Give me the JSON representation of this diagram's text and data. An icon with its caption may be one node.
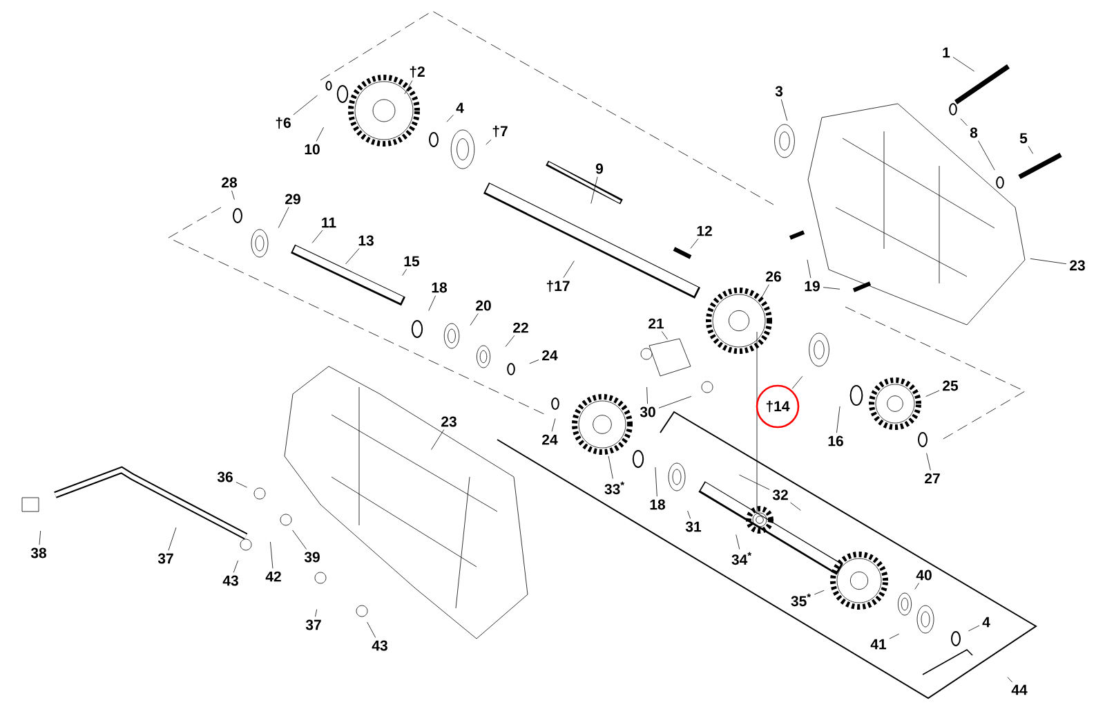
{
  "diagram": {
    "nodes": [
      {
        "text": [
          "1"
        ]
      },
      {
        "text": [
          "†2"
        ]
      },
      {
        "text": [
          "3"
        ]
      },
      {
        "text": [
          "4"
        ]
      },
      {
        "text": [
          "5"
        ]
      },
      {
        "text": [
          "†6"
        ]
      },
      {
        "text": [
          "†7"
        ]
      },
      {
        "text": [
          "8"
        ]
      },
      {
        "text": [
          "9"
        ]
      },
      {
        "text": [
          "10"
        ]
      },
      {
        "text": [
          "28"
        ]
      },
      {
        "text": [
          "29"
        ]
      },
      {
        "text": [
          "11"
        ]
      },
      {
        "text": [
          "13"
        ]
      },
      {
        "text": [
          "12"
        ]
      },
      {
        "text": [
          "15"
        ]
      },
      {
        "text": [
          "†17"
        ]
      },
      {
        "text": [
          "18"
        ]
      },
      {
        "text": [
          "26"
        ]
      },
      {
        "text": [
          "23"
        ]
      },
      {
        "text": [
          "19"
        ]
      },
      {
        "text": [
          "20"
        ]
      },
      {
        "text": [
          "22"
        ]
      },
      {
        "text": [
          "21"
        ]
      },
      {
        "text": [
          "24"
        ]
      },
      {
        "text": [
          "25"
        ]
      },
      {
        "text": [
          "30"
        ]
      },
      {
        "text": [
          "†14"
        ]
      },
      {
        "text": [
          "24"
        ]
      },
      {
        "text": [
          "23"
        ]
      },
      {
        "text": [
          "16"
        ]
      },
      {
        "text": [
          "33$^{*}$"
        ]
      },
      {
        "text": [
          "18"
        ]
      },
      {
        "text": [
          "27"
        ]
      },
      {
        "text": [
          "36"
        ]
      },
      {
        "text": [
          "32"
        ]
      },
      {
        "text": [
          "31"
        ]
      },
      {
        "text": [
          "37"
        ]
      },
      {
        "text": [
          "38"
        ]
      },
      {
        "text": [
          "39"
        ]
      },
      {
        "text": [
          "42"
        ]
      },
      {
        "text": [
          "43"
        ]
      },
      {
        "text": [
          "34$^{*}$"
        ]
      },
      {
        "text": [
          "40"
        ]
      },
      {
        "text": [
          "35$^{*}$"
        ]
      },
      {
        "text": [
          "37"
        ]
      },
      {
        "text": [
          "4"
        ]
      },
      {
        "text": [
          "41"
        ]
      },
      {
        "text": [
          "43"
        ]
      },
      {
        "text": [
          "44"
        ]
      }
    ],
    "edges": [
      {
        "from": 0,
        "to": null,
        "arrow": "none"
      },
      {
        "from": 1,
        "to": null,
        "arrow": "none"
      },
      {
        "from": 2,
        "to": null,
        "arrow": "none"
      },
      {
        "from": 3,
        "to": null,
        "arrow": "none"
      },
      {
        "from": 4,
        "to": null,
        "arrow": "none"
      },
      {
        "from": 5,
        "to": null,
        "arrow": "none"
      },
      {
        "from": 6,
        "to": null,
        "arrow": "none"
      },
      {
        "from": 7,
        "to": null,
        "arrow": "none"
      },
      {
        "from": 7,
        "to": null,
        "arrow": "none"
      },
      {
        "from": 8,
        "to": null,
        "arrow": "none"
      },
      {
        "from": 9,
        "to": null,
        "arrow": "none"
      },
      {
        "from": 10,
        "to": null,
        "arrow": "none"
      },
      {
        "from": 11,
        "to": null,
        "arrow": "none"
      },
      {
        "from": 12,
        "to": null,
        "arrow": "none"
      },
      {
        "from": 13,
        "to": null,
        "arrow": "none"
      },
      {
        "from": 14,
        "to": null,
        "arrow": "none"
      },
      {
        "from": 15,
        "to": null,
        "arrow": "none"
      },
      {
        "from": 16,
        "to": null,
        "arrow": "none"
      },
      {
        "from": 17,
        "to": null,
        "arrow": "none"
      },
      {
        "from": 18,
        "to": null,
        "arrow": "none"
      },
      {
        "from": 19,
        "to": null,
        "arrow": "none"
      },
      {
        "from": 20,
        "to": null,
        "arrow": "none"
      },
      {
        "from": 20,
        "to": null,
        "arrow": "none"
      },
      {
        "from": 21,
        "to": null,
        "arrow": "none"
      },
      {
        "from": 22,
        "to": null,
        "arrow": "none"
      },
      {
        "from": 23,
        "to": null,
        "arrow": "none"
      },
      {
        "from": 24,
        "to": null,
        "arrow": "none"
      },
      {
        "from": 25,
        "to": null,
        "arrow": "none"
      },
      {
        "from": 26,
        "to": null,
        "arrow": "none"
      },
      {
        "from": 26,
        "to": null,
        "arrow": "none"
      },
      {
        "from": 27,
        "to": null,
        "arrow": "none"
      },
      {
        "from": 28,
        "to": null,
        "arrow": "none"
      },
      {
        "from": 29,
        "to": null,
        "arrow": "none"
      },
      {
        "from": 30,
        "to": null,
        "arrow": "none"
      },
      {
        "from": 31,
        "to": null,
        "arrow": "none"
      },
      {
        "from": 32,
        "to": null,
        "arrow": "none"
      },
      {
        "from": 33,
        "to": null,
        "arrow": "none"
      },
      {
        "from": 34,
        "to": null,
        "arrow": "none"
      },
      {
        "from": 35,
        "to": null,
        "arrow": "none"
      },
      {
        "from": 35,
        "to": null,
        "arrow": "none"
      },
      {
        "from": 36,
        "to": null,
        "arrow": "none"
      },
      {
        "from": 37,
        "to": null,
        "arrow": "none"
      },
      {
        "from": 38,
        "to": null,
        "arrow": "none"
      },
      {
        "from": 39,
        "to": null,
        "arrow": "none"
      },
      {
        "from": 40,
        "to": null,
        "arrow": "none"
      },
      {
        "from": 41,
        "to": null,
        "arrow": "none"
      },
      {
        "from": 42,
        "to": null,
        "arrow": "none"
      },
      {
        "from": 43,
        "to": null,
        "arrow": "none"
      },
      {
        "from": 44,
        "to": null,
        "arrow": "none"
      },
      {
        "from": 45,
        "to": null,
        "arrow": "none"
      },
      {
        "from": 46,
        "to": null,
        "arrow": "none"
      },
      {
        "from": 47,
        "to": null,
        "arrow": "none"
      },
      {
        "from": 48,
        "to": null,
        "arrow": "none"
      },
      {
        "from": 49,
        "to": null,
        "arrow": "none"
      }
    ]
  }
}
